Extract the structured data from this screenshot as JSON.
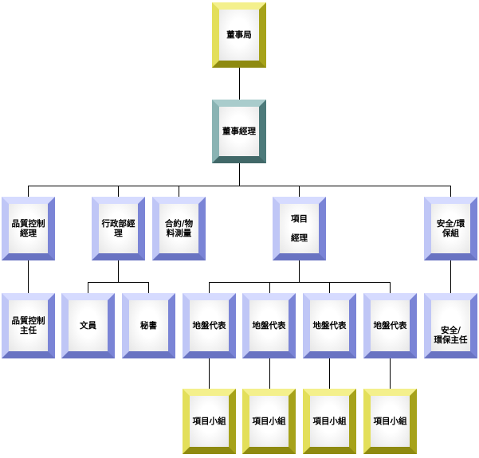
{
  "org_chart": {
    "root": {
      "label": "董事局"
    },
    "manager": {
      "label": "董事經理"
    },
    "departments": [
      {
        "label": "品質控制\n經理"
      },
      {
        "label": "行政部經\n理"
      },
      {
        "label": "合約/物\n料測量"
      },
      {
        "label": "項目\n\n經理"
      },
      {
        "label": "安全/環\n保組"
      }
    ],
    "staff": [
      {
        "label": "品質控制\n主任"
      },
      {
        "label": "文員"
      },
      {
        "label": "秘書"
      },
      {
        "label": "地盤代表"
      },
      {
        "label": "地盤代表"
      },
      {
        "label": "地盤代表"
      },
      {
        "label": "地盤代表"
      },
      {
        "label": "安全/\n環保主任"
      }
    ],
    "teams": [
      {
        "label": "項目小組"
      },
      {
        "label": "項目小組"
      },
      {
        "label": "項目小組"
      },
      {
        "label": "項目小組"
      }
    ]
  }
}
